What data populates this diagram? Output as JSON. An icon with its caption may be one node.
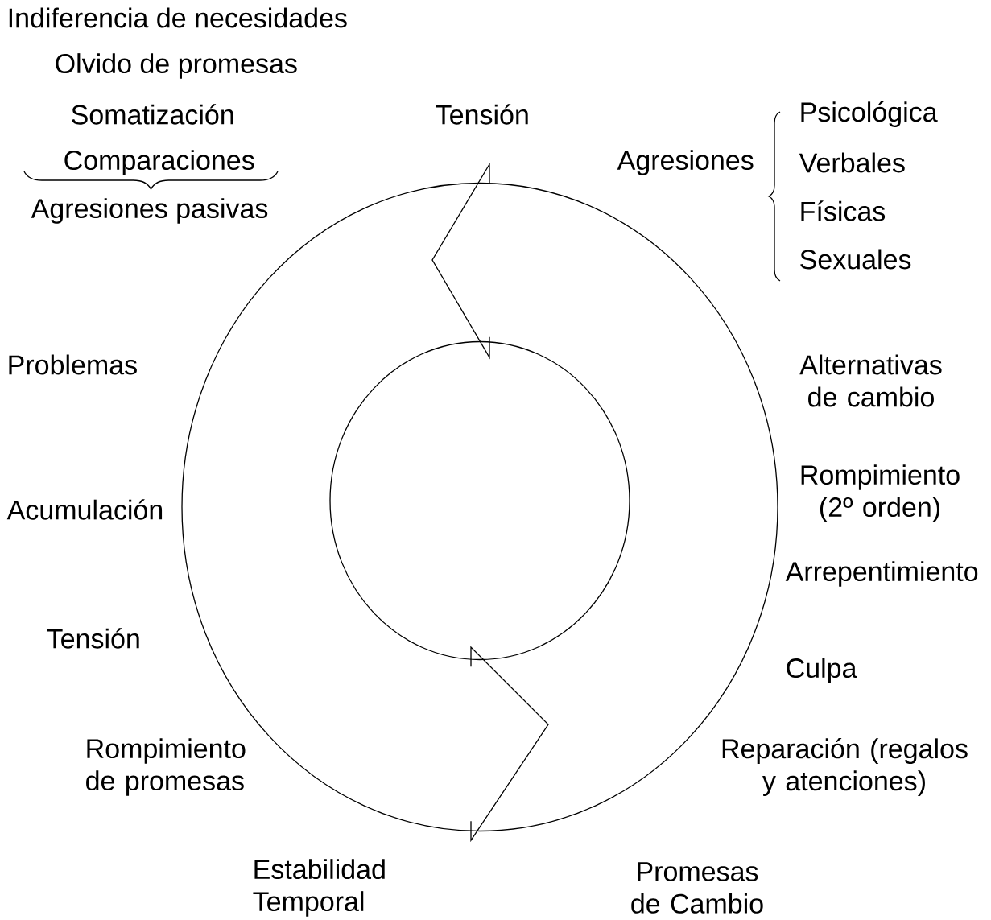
{
  "diagram": {
    "nodes": [
      {
        "text": [],
        "shape": "circle"
      },
      {
        "text": [],
        "shape": "circle",
        "in": 0
      }
    ],
    "edges": [
      {
        "from": 0,
        "to": 1,
        "arrow": "none"
      },
      {
        "from": 1,
        "to": 0,
        "arrow": "none"
      }
    ],
    "labels": [
      "Indiferencia de necesidades",
      "Olvido de promesas",
      "Somatización",
      "Tensión",
      "Psicológica",
      "Comparaciones",
      "Agresiones",
      "Verbales",
      "Agresiones pasivas",
      "Físicas",
      "Sexuales",
      "Problemas",
      "Alternativas de cambio",
      "Rompimiento (2º orden)",
      "Acumulación",
      "Arrepentimiento",
      "Tensión",
      "Culpa",
      "Rompimiento de promesas",
      "Reparación (regalos y atenciones)",
      "Estabilidad Temporal",
      "Promesas de Cambio"
    ]
  }
}
